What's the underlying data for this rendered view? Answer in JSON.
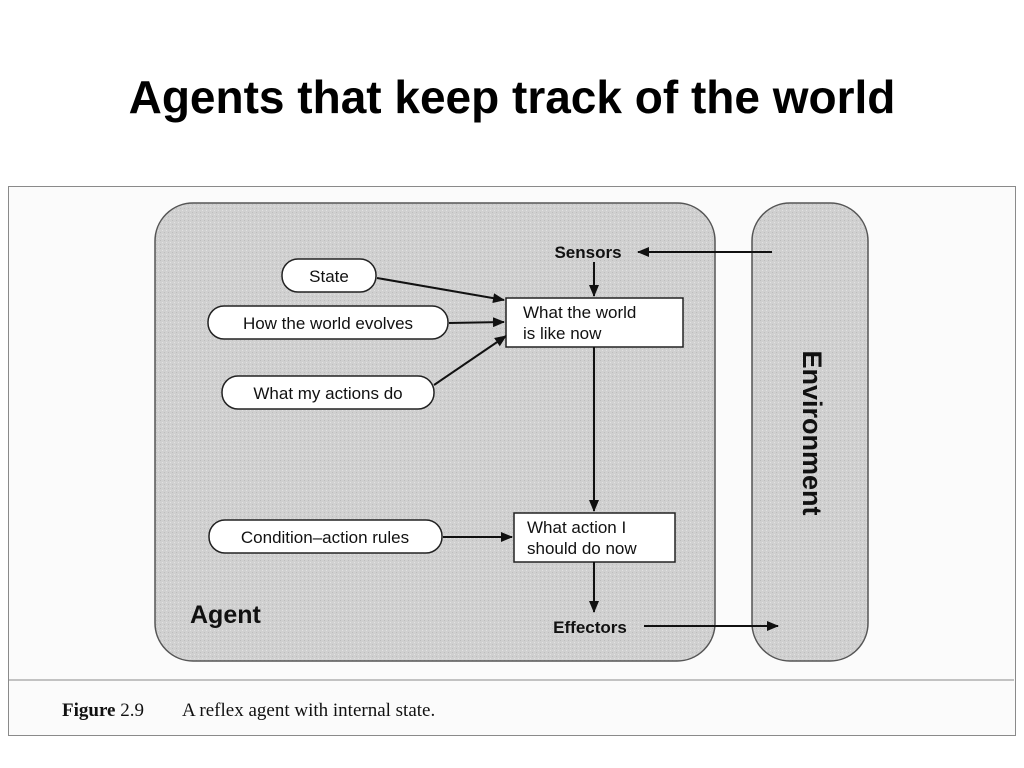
{
  "title": "Agents that keep track of the world",
  "diagram": {
    "agent_label": "Agent",
    "environment_label": "Environment",
    "sensors_label": "Sensors",
    "effectors_label": "Effectors",
    "state_label": "State",
    "world_evolves_label": "How the world evolves",
    "actions_do_label": "What my actions do",
    "rules_label": "Condition–action rules",
    "world_now_line1": "What the world",
    "world_now_line2": "is like now",
    "action_now_line1": "What action I",
    "action_now_line2": "should do now"
  },
  "caption": {
    "label": "Figure",
    "number": "2.9",
    "text": "A reflex agent with internal state."
  },
  "colors": {
    "panel_fill": "#d2d2d2",
    "panel_stroke": "#555555",
    "box_fill": "#ffffff",
    "line": "#111111"
  }
}
